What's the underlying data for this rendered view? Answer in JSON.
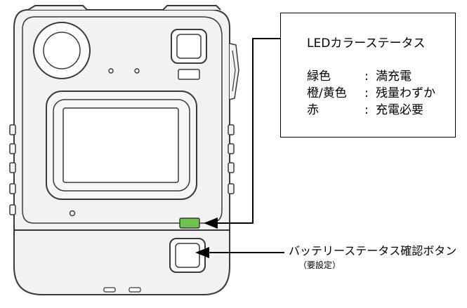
{
  "led_callout": {
    "title": "LEDカラーステータス",
    "separator": ":",
    "rows": [
      {
        "color": "緑色",
        "meaning": "満充電"
      },
      {
        "color": "橙/黄色",
        "meaning": "残量わずか"
      },
      {
        "color": "赤",
        "meaning": "充電必要"
      }
    ]
  },
  "button_callout": {
    "label": "バッテリーステータス確認ボタン",
    "note": "（要設定）"
  },
  "colors": {
    "led_green": "#6ec24f",
    "outline": "#3a3a3a",
    "body_fill": "#f2f2f2"
  }
}
